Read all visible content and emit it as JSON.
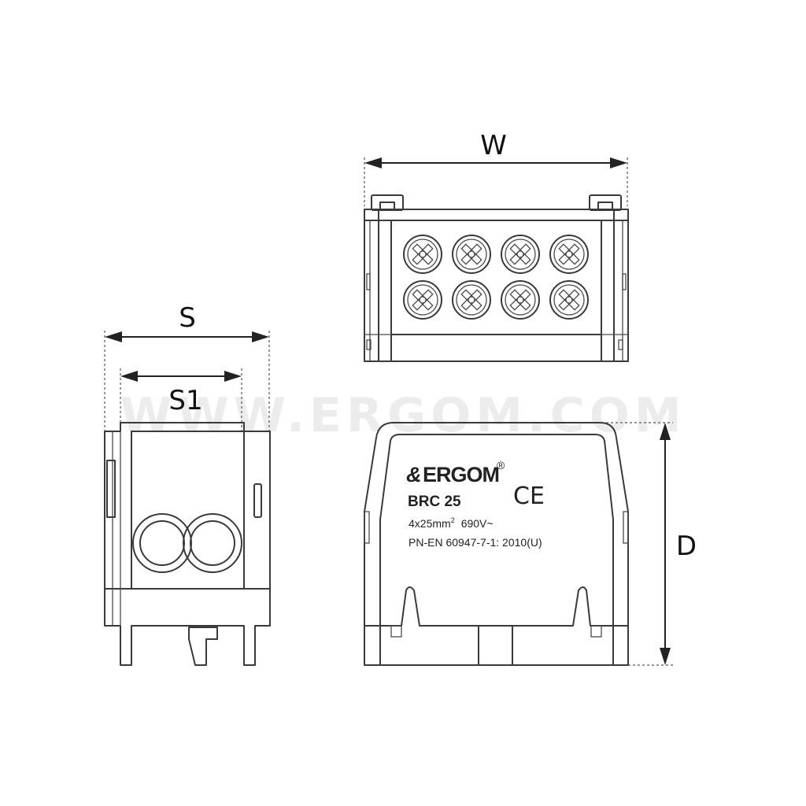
{
  "watermark": "WWW.ERGOM.COM",
  "dimensions": {
    "width_label": "W",
    "side_label": "S",
    "side_inner_label": "S1",
    "depth_label": "D"
  },
  "product_label": {
    "brand": "ERGOM",
    "brand_mark": "®",
    "certification": "CE",
    "model": "BRC 25",
    "rating_prefix": "4x25mm",
    "rating_superscript": "2",
    "rating_voltage": "690V~",
    "standard": "PN-EN 60947-7-1: 2010(U)"
  },
  "top_view": {
    "terminal_rows": 2,
    "terminal_columns": 4
  },
  "colors": {
    "line": "#3a3a3a",
    "watermark": "#ececec",
    "background": "#ffffff"
  }
}
